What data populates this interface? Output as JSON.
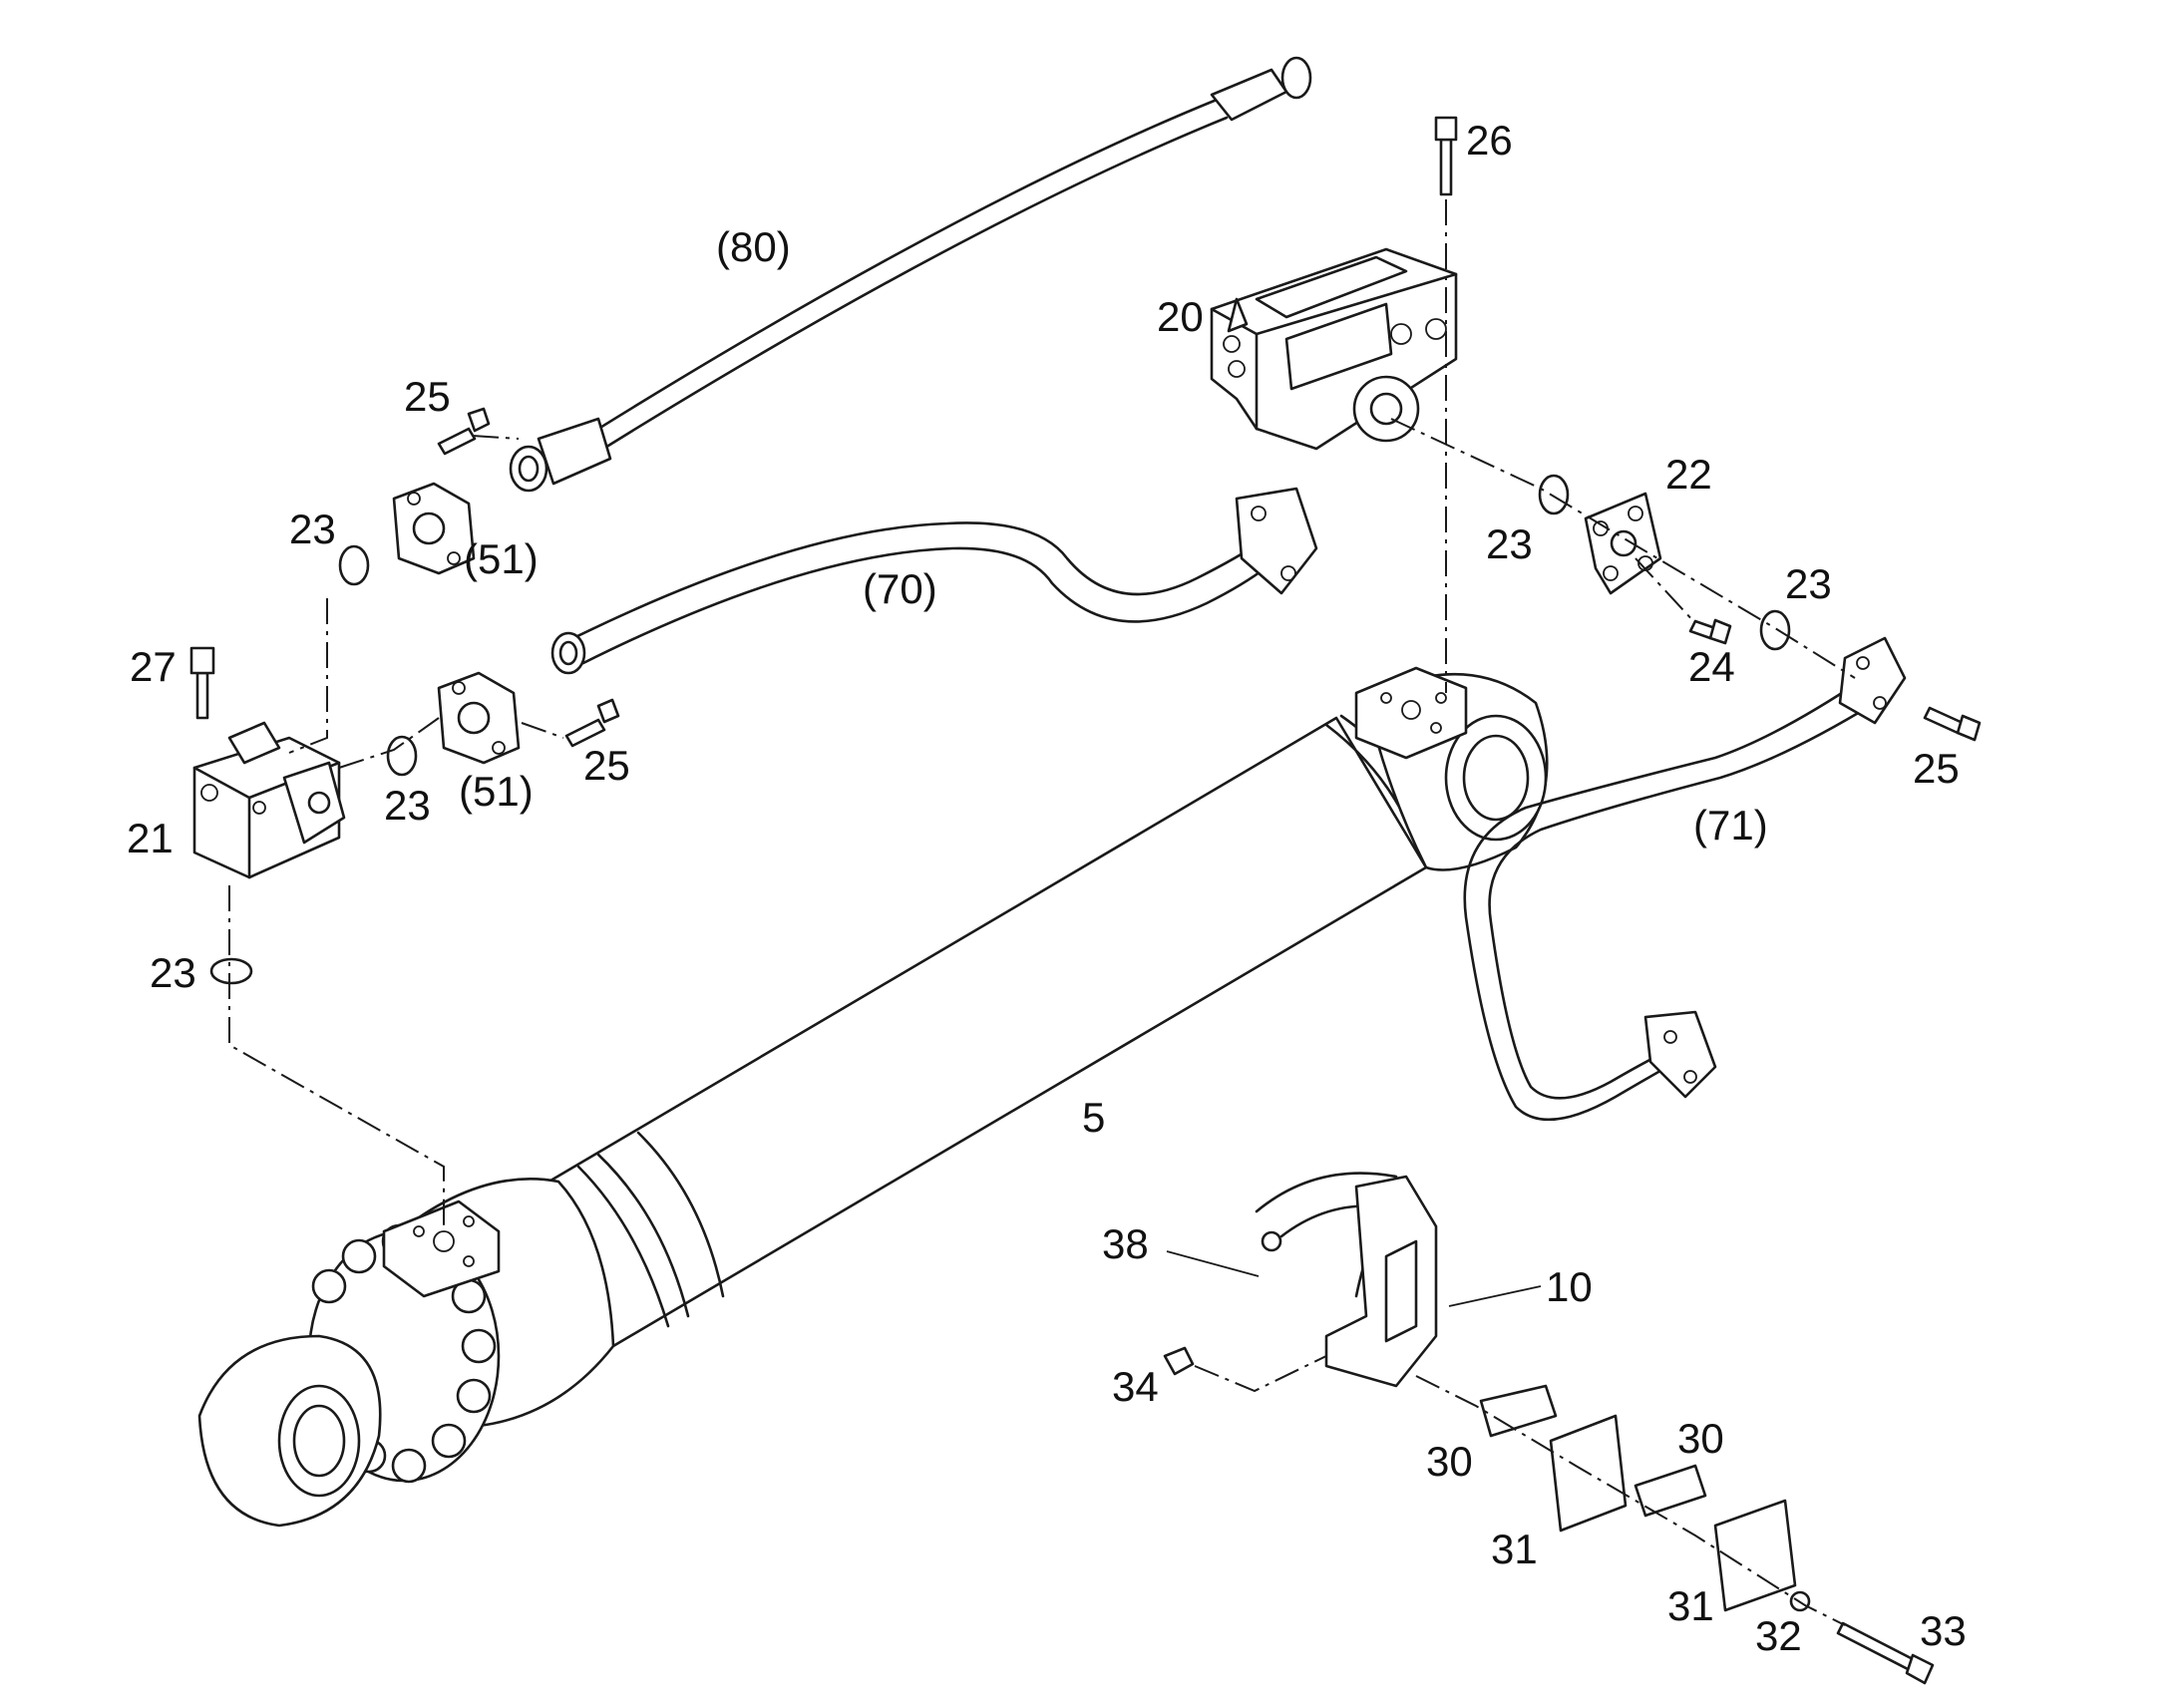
{
  "diagram": {
    "labels": {
      "l5": "5",
      "l10": "10",
      "l20": "20",
      "l21": "21",
      "l22": "22",
      "l23a": "23",
      "l23b": "23",
      "l23c": "23",
      "l23d": "23",
      "l23e": "23",
      "l24": "24",
      "l25a": "25",
      "l25b": "25",
      "l25c": "25",
      "l26": "26",
      "l27": "27",
      "l30a": "30",
      "l30b": "30",
      "l31a": "31",
      "l31b": "31",
      "l32": "32",
      "l33": "33",
      "l34": "34",
      "l38": "38",
      "l51a": "(51)",
      "l51b": "(51)",
      "l70": "(70)",
      "l71": "(71)",
      "l80": "(80)"
    }
  }
}
